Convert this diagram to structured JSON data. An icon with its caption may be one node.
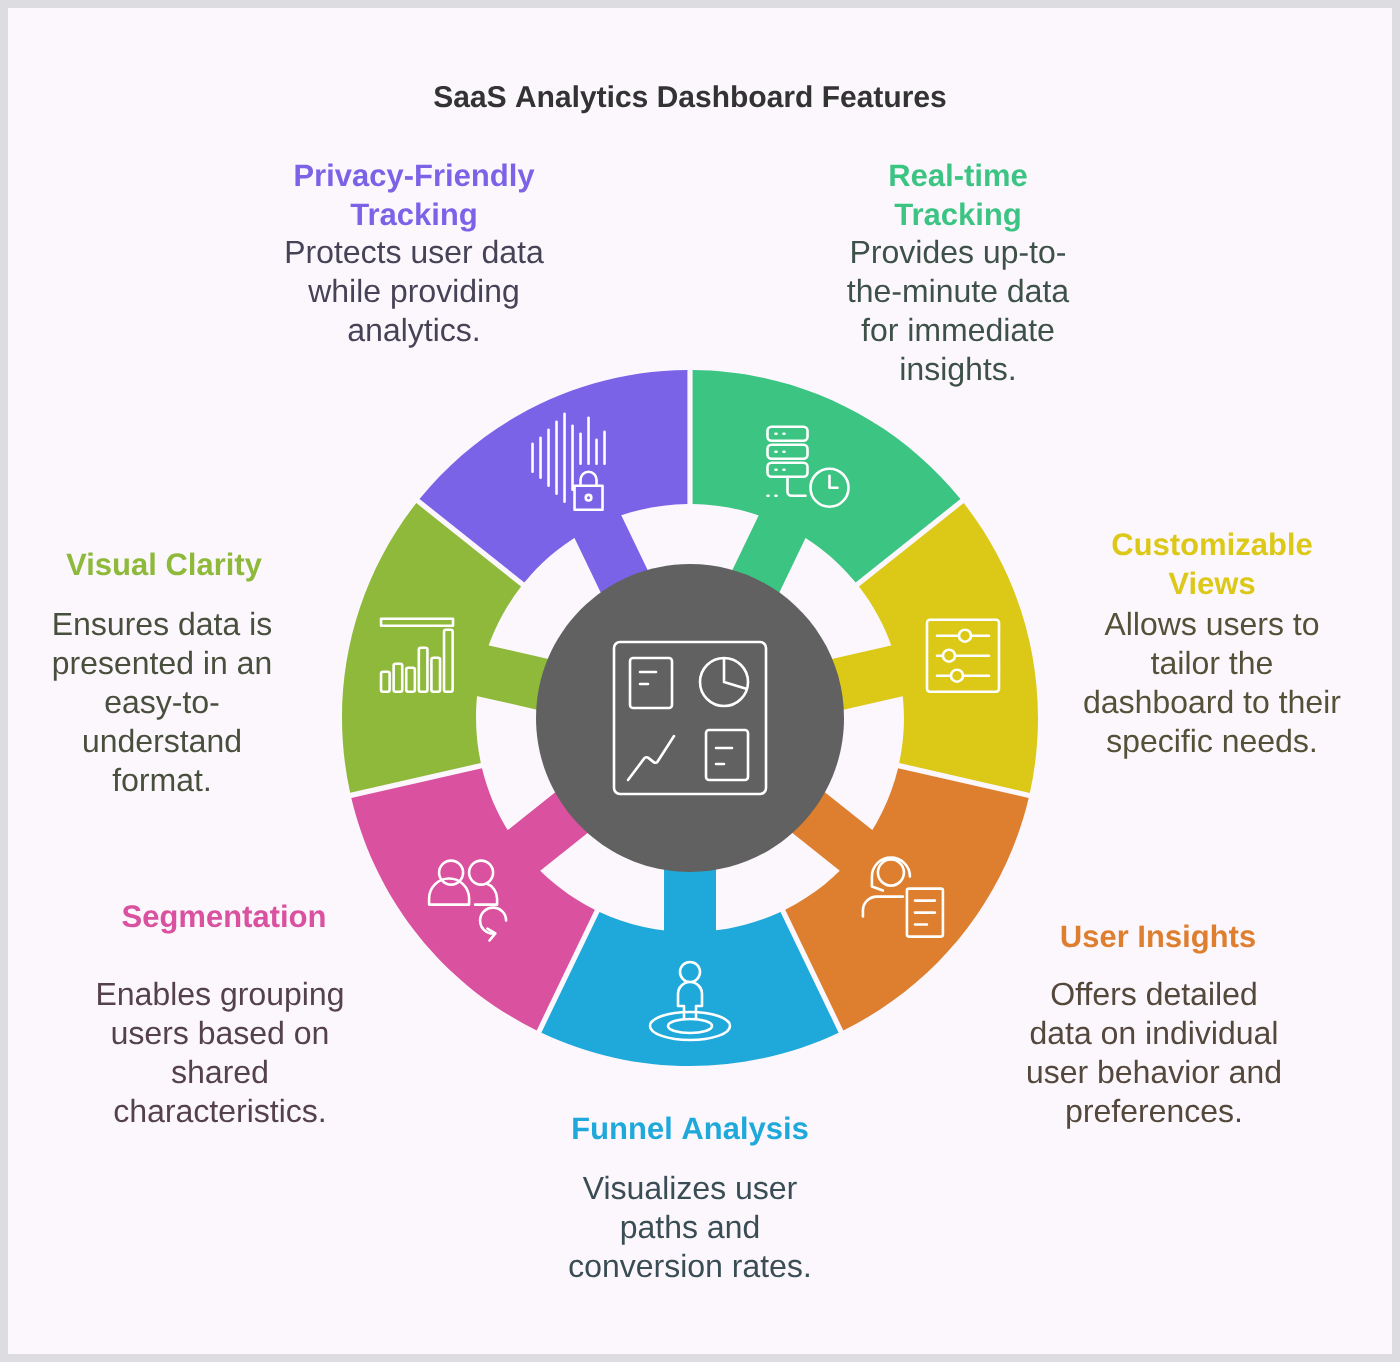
{
  "diagram": {
    "title": "SaaS Analytics Dashboard Features",
    "nodes": [
      {
        "text": [
          "Privacy-Friendly Tracking",
          "Protects user data while providing analytics."
        ]
      },
      {
        "text": [
          "Real-time Tracking",
          "Provides up-to-the-minute data for immediate insights."
        ]
      },
      {
        "text": [
          "Customizable Views",
          "Allows users to tailor the dashboard to their specific needs."
        ]
      },
      {
        "text": [
          "User Insights",
          "Offers detailed data on individual user behavior and preferences."
        ]
      },
      {
        "text": [
          "Funnel Analysis",
          "Visualizes user paths and conversion rates."
        ]
      },
      {
        "text": [
          "Segmentation",
          "Enables grouping users based on shared characteristics."
        ]
      },
      {
        "text": [
          "Visual Clarity",
          "Ensures data is presented in an easy-to-understand format."
        ]
      }
    ]
  }
}
